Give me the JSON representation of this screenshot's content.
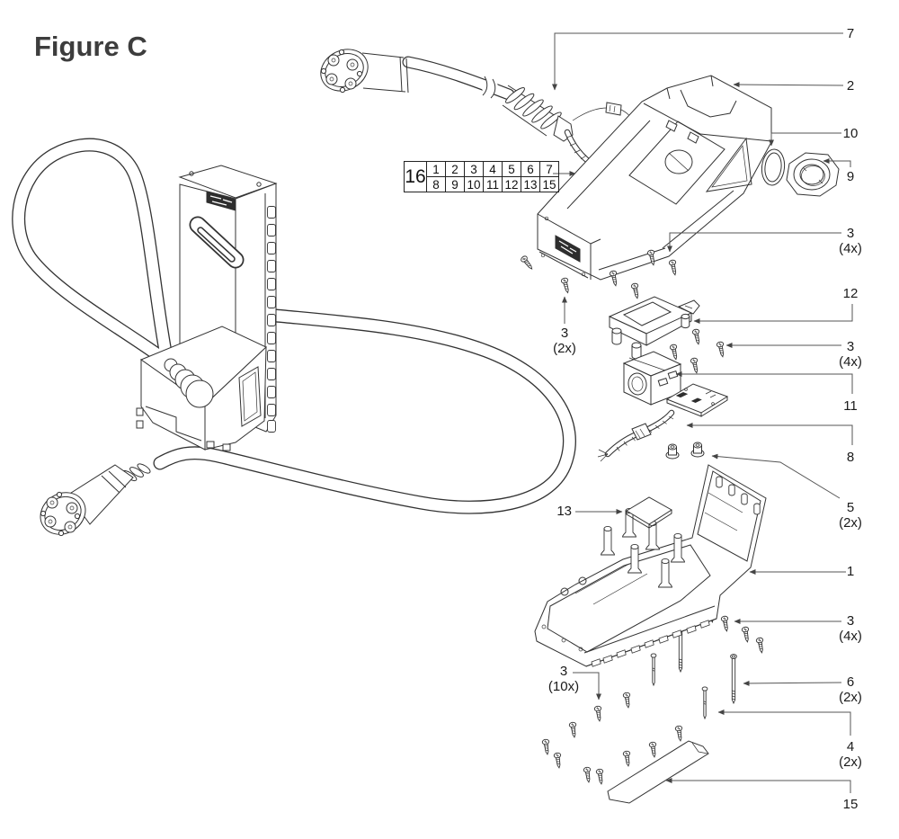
{
  "title": "Figure C",
  "connector_table": {
    "left_cell": "16",
    "row1": [
      "1",
      "2",
      "3",
      "4",
      "5",
      "6",
      "7"
    ],
    "row2": [
      "8",
      "9",
      "10",
      "11",
      "12",
      "13",
      "15"
    ]
  },
  "callouts": {
    "right": [
      {
        "ref": "7",
        "qty": ""
      },
      {
        "ref": "2",
        "qty": ""
      },
      {
        "ref": "10",
        "qty": ""
      },
      {
        "ref": "9",
        "qty": ""
      },
      {
        "ref": "3",
        "qty": "(4x)"
      },
      {
        "ref": "12",
        "qty": ""
      },
      {
        "ref": "3",
        "qty": "(4x)"
      },
      {
        "ref": "11",
        "qty": ""
      },
      {
        "ref": "8",
        "qty": ""
      },
      {
        "ref": "5",
        "qty": "(2x)"
      },
      {
        "ref": "1",
        "qty": ""
      },
      {
        "ref": "3",
        "qty": "(4x)"
      },
      {
        "ref": "6",
        "qty": "(2x)"
      },
      {
        "ref": "4",
        "qty": "(2x)"
      },
      {
        "ref": "15",
        "qty": ""
      }
    ],
    "left": [
      {
        "ref": "3",
        "qty": "(2x)"
      },
      {
        "ref": "13",
        "qty": ""
      },
      {
        "ref": "3",
        "qty": "(10x)"
      }
    ]
  },
  "icons": {
    "brand_badge": "brand-logo-badge"
  },
  "colors": {
    "line": "#333333",
    "leader": "#555555",
    "label": "#1a1a1a",
    "title": "#3d3d3d",
    "badge": "#2e2e2e"
  }
}
